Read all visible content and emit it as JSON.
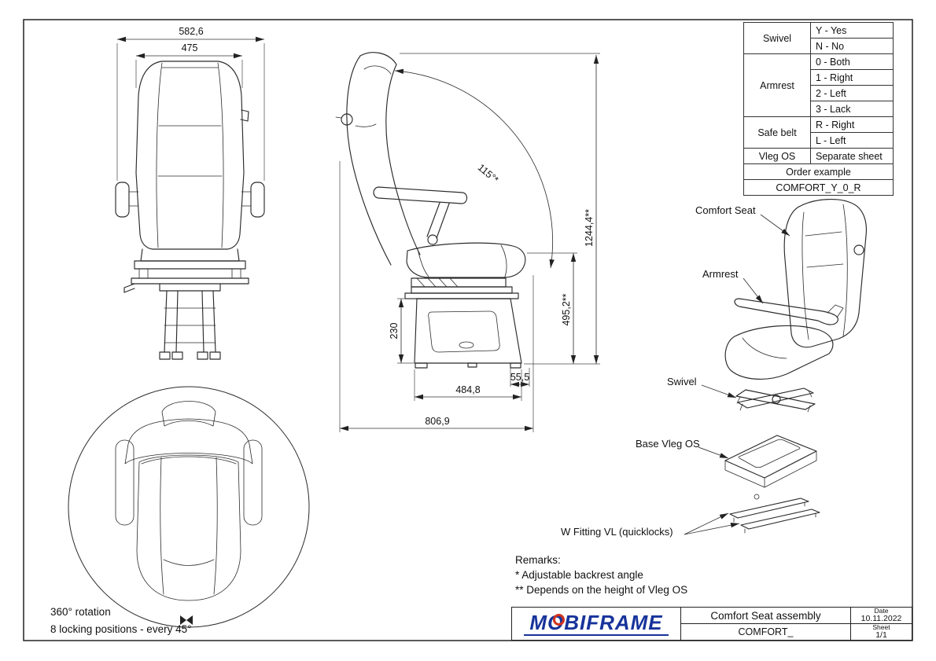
{
  "options_table": {
    "swivel_label": "Swivel",
    "swivel_y": "Y - Yes",
    "swivel_n": "N - No",
    "armrest_label": "Armrest",
    "armrest_0": "0 - Both",
    "armrest_1": "1 - Right",
    "armrest_2": "2 - Left",
    "armrest_3": "3 - Lack",
    "safebelt_label": "Safe belt",
    "safebelt_r": "R - Right",
    "safebelt_l": "L - Left",
    "vlegos_label": "Vleg OS",
    "vlegos_value": "Separate sheet",
    "order_example": "Order example",
    "order_code": "COMFORT_Y_0_R"
  },
  "dimensions": {
    "front_outer_width": "582,6",
    "front_inner_width": "475",
    "backrest_angle": "115°*",
    "total_height": "1244,4**",
    "seat_height": "495,2**",
    "base_height": "230",
    "base_offset": "55,5",
    "base_width": "484,8",
    "total_depth": "806,9"
  },
  "exploded": {
    "comfort_seat": "Comfort Seat",
    "armrest": "Armrest",
    "swivel": "Swivel",
    "base": "Base Vleg OS",
    "fitting": "W Fitting VL (quicklocks)"
  },
  "rotation": {
    "line1": "360° rotation",
    "line2": "8 locking positions - every 45°"
  },
  "remarks": {
    "title": "Remarks:",
    "line1": "* Adjustable backrest angle",
    "line2": "** Depends on the height of Vleg OS"
  },
  "title_block": {
    "logo": "MOBIFRAME",
    "title": "Comfort Seat assembly",
    "code": "COMFORT_",
    "date_label": "Date",
    "date_value": "10.11.2022",
    "sheet_label": "Sheet",
    "sheet_value": "1/1"
  }
}
